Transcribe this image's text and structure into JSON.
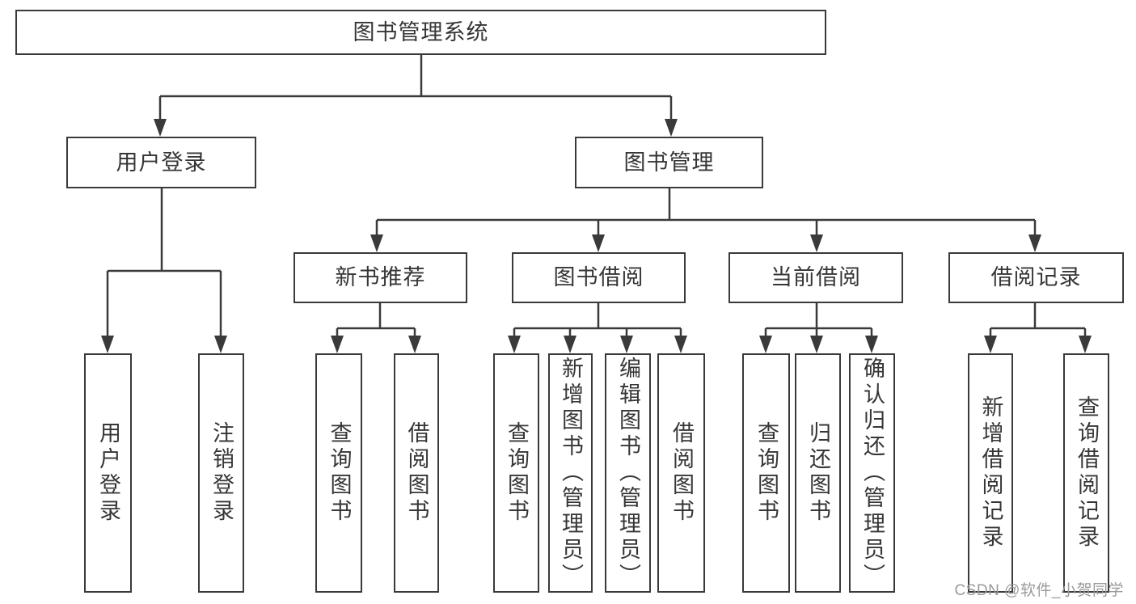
{
  "diagram": {
    "tree": {
      "root": {
        "label": "图书管理系统",
        "children": [
          {
            "label": "用户登录",
            "children": [
              {
                "label": "用户登录"
              },
              {
                "label": "注销登录"
              }
            ]
          },
          {
            "label": "图书管理",
            "children": [
              {
                "label": "新书推荐",
                "children": [
                  {
                    "label": "查询图书"
                  },
                  {
                    "label": "借阅图书"
                  }
                ]
              },
              {
                "label": "图书借阅",
                "children": [
                  {
                    "label": "查询图书"
                  },
                  {
                    "label": "新增图书（管理员）"
                  },
                  {
                    "label": "编辑图书（管理员）"
                  },
                  {
                    "label": "借阅图书"
                  }
                ]
              },
              {
                "label": "当前借阅",
                "children": [
                  {
                    "label": "查询图书"
                  },
                  {
                    "label": "归还图书"
                  },
                  {
                    "label": "确认归还（管理员）"
                  }
                ]
              },
              {
                "label": "借阅记录",
                "children": [
                  {
                    "label": "新增借阅记录"
                  },
                  {
                    "label": "查询借阅记录"
                  }
                ]
              }
            ]
          }
        ]
      }
    }
  },
  "watermark": {
    "text": "CSDN @软件_小贺同学"
  },
  "colors": {
    "line": "#3a3a3a",
    "text": "#363636",
    "background": "#ffffff",
    "watermark": "#9a9a9a"
  }
}
